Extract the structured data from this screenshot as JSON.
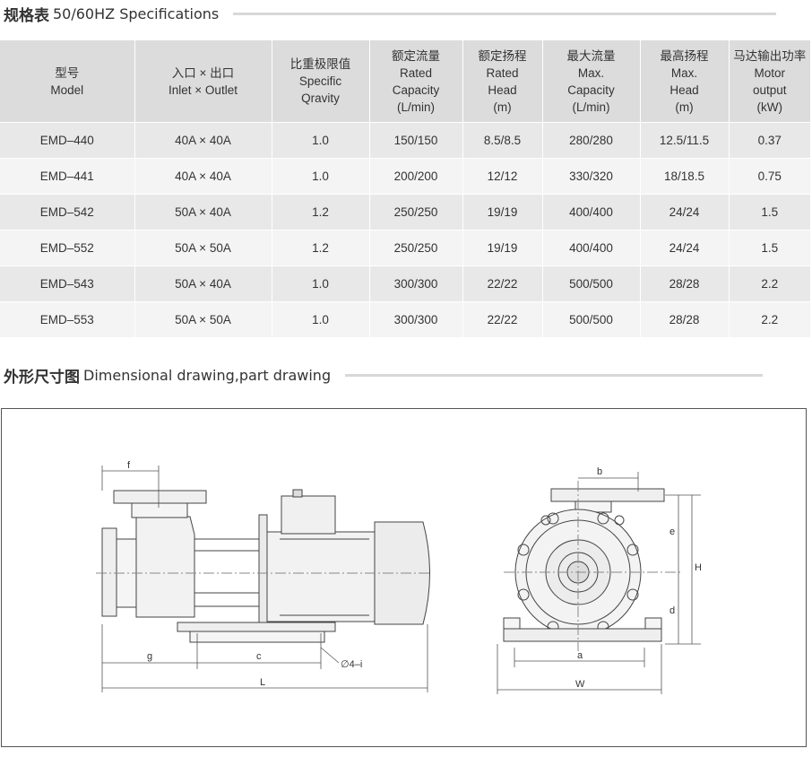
{
  "sections": {
    "spec": {
      "title_cn": "规格表",
      "title_en": "50/60HZ Specifications"
    },
    "drawing": {
      "title_cn": "外形尺寸图",
      "title_en": "Dimensional drawing,part drawing"
    }
  },
  "table": {
    "headers": [
      {
        "cn": "型号",
        "en": [
          "Model"
        ]
      },
      {
        "cn": "入口 × 出口",
        "en": [
          "Inlet × Outlet"
        ]
      },
      {
        "cn": "比重极限值",
        "en": [
          "Specific",
          "Qravity"
        ]
      },
      {
        "cn": "额定流量",
        "en": [
          "Rated",
          "Capacity",
          "(L/min)"
        ]
      },
      {
        "cn": "额定扬程",
        "en": [
          "Rated",
          "Head",
          "(m)"
        ]
      },
      {
        "cn": "最大流量",
        "en": [
          "Max.",
          "Capacity",
          "(L/min)"
        ]
      },
      {
        "cn": "最高扬程",
        "en": [
          "Max.",
          "Head",
          "(m)"
        ]
      },
      {
        "cn": "马达输出功率",
        "en": [
          "Motor",
          "output",
          "(kW)"
        ]
      }
    ],
    "rows": [
      [
        "EMD–440",
        "40A × 40A",
        "1.0",
        "150/150",
        "8.5/8.5",
        "280/280",
        "12.5/11.5",
        "0.37"
      ],
      [
        "EMD–441",
        "40A × 40A",
        "1.0",
        "200/200",
        "12/12",
        "330/320",
        "18/18.5",
        "0.75"
      ],
      [
        "EMD–542",
        "50A × 40A",
        "1.2",
        "250/250",
        "19/19",
        "400/400",
        "24/24",
        "1.5"
      ],
      [
        "EMD–552",
        "50A × 50A",
        "1.2",
        "250/250",
        "19/19",
        "400/400",
        "24/24",
        "1.5"
      ],
      [
        "EMD–543",
        "50A × 40A",
        "1.0",
        "300/300",
        "22/22",
        "500/500",
        "28/28",
        "2.2"
      ],
      [
        "EMD–553",
        "50A × 50A",
        "1.0",
        "300/300",
        "22/22",
        "500/500",
        "28/28",
        "2.2"
      ]
    ]
  },
  "dimensions": {
    "f": "f",
    "g": "g",
    "c": "c",
    "L": "L",
    "hole": "∅4–i",
    "b": "b",
    "e": "e",
    "H": "H",
    "d": "d",
    "a": "a",
    "W": "W"
  },
  "colors": {
    "header_bg": "#dcdcdc",
    "row_odd": "#e8e8e8",
    "row_even": "#f4f4f4",
    "rule": "#d8d8d8"
  }
}
